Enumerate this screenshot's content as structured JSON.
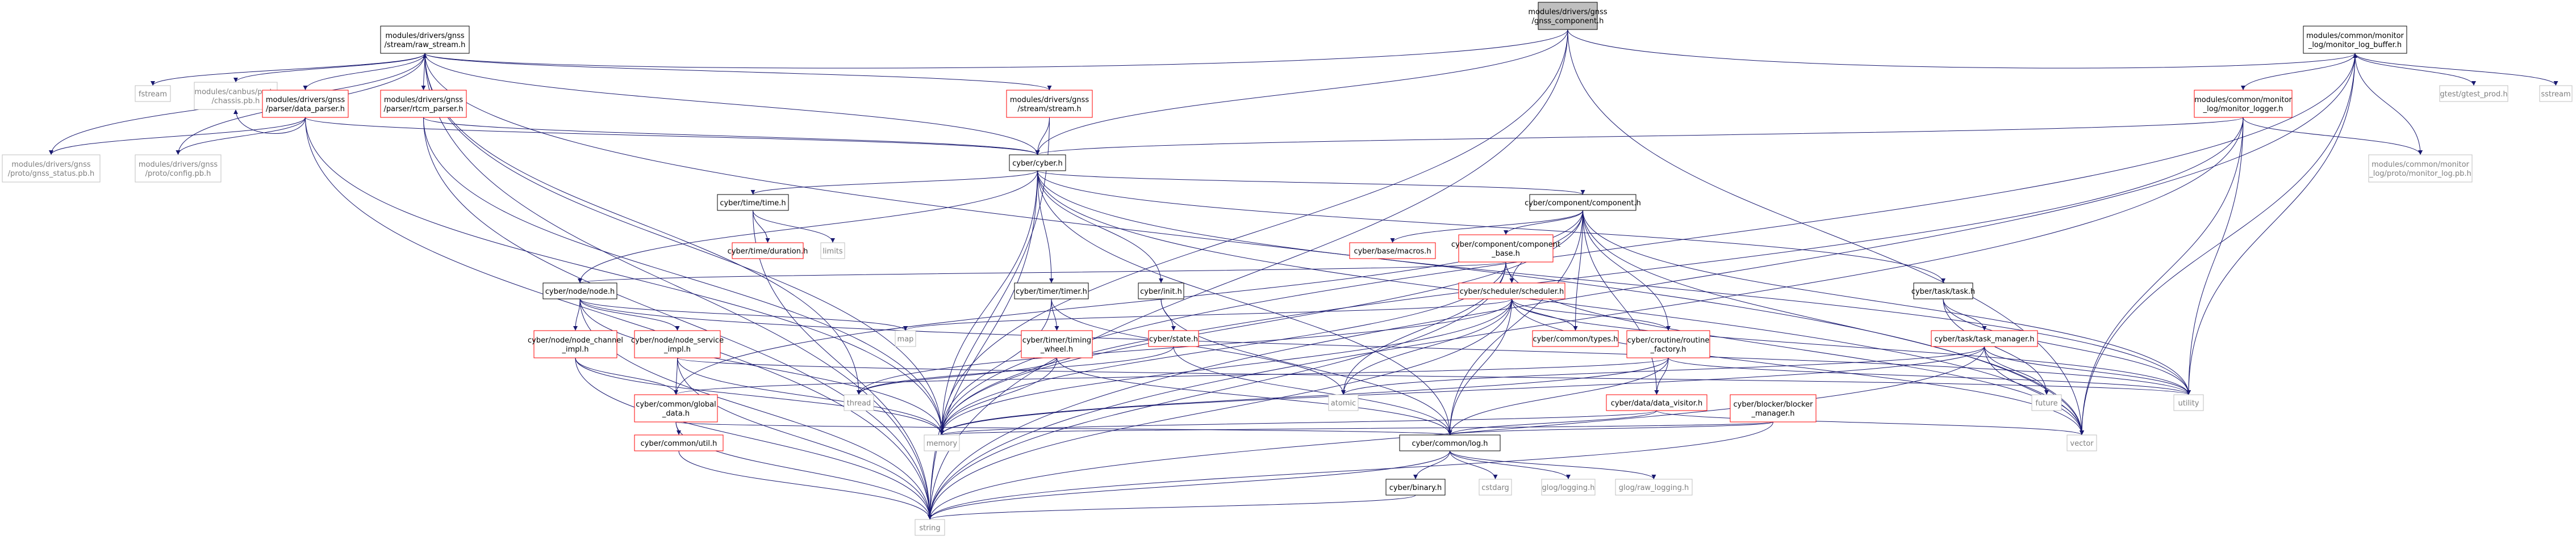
{
  "graph": {
    "title": "modules/drivers/gnss/gnss_component.h",
    "style": {
      "edge_color": "#191970",
      "root_fill": "#bfbfbf",
      "linked_border": "#000000",
      "incomplete_border": "#ff0000",
      "external_border": "#bfbfbf",
      "external_text": "#7f7f7f"
    },
    "nodes": [
      {
        "id": "root",
        "lines": [
          "modules/drivers/gnss",
          "/gnss_component.h"
        ],
        "kind": "root"
      },
      {
        "id": "raw_stream",
        "lines": [
          "modules/drivers/gnss",
          "/stream/raw_stream.h"
        ],
        "kind": "normal"
      },
      {
        "id": "log_buffer",
        "lines": [
          "modules/common/monitor",
          "_log/monitor_log_buffer.h"
        ],
        "kind": "normal"
      },
      {
        "id": "fstream",
        "lines": [
          "fstream"
        ],
        "kind": "external"
      },
      {
        "id": "chassis_pb",
        "lines": [
          "modules/canbus/proto",
          "/chassis.pb.h"
        ],
        "kind": "external"
      },
      {
        "id": "data_parser",
        "lines": [
          "modules/drivers/gnss",
          "/parser/data_parser.h"
        ],
        "kind": "red"
      },
      {
        "id": "rtcm_parser",
        "lines": [
          "modules/drivers/gnss",
          "/parser/rtcm_parser.h"
        ],
        "kind": "red"
      },
      {
        "id": "stream_h",
        "lines": [
          "modules/drivers/gnss",
          "/stream/stream.h"
        ],
        "kind": "red"
      },
      {
        "id": "monitor_logger",
        "lines": [
          "modules/common/monitor",
          "_log/monitor_logger.h"
        ],
        "kind": "red"
      },
      {
        "id": "gtest",
        "lines": [
          "gtest/gtest_prod.h"
        ],
        "kind": "external"
      },
      {
        "id": "sstream",
        "lines": [
          "sstream"
        ],
        "kind": "external"
      },
      {
        "id": "gnss_status_pb",
        "lines": [
          "modules/drivers/gnss",
          "/proto/gnss_status.pb.h"
        ],
        "kind": "external"
      },
      {
        "id": "config_pb",
        "lines": [
          "modules/drivers/gnss",
          "/proto/config.pb.h"
        ],
        "kind": "external"
      },
      {
        "id": "cyber_h",
        "lines": [
          "cyber/cyber.h"
        ],
        "kind": "normal"
      },
      {
        "id": "monitor_log_pb",
        "lines": [
          "modules/common/monitor",
          "_log/proto/monitor_log.pb.h"
        ],
        "kind": "external"
      },
      {
        "id": "time_h",
        "lines": [
          "cyber/time/time.h"
        ],
        "kind": "normal"
      },
      {
        "id": "component_h",
        "lines": [
          "cyber/component/component.h"
        ],
        "kind": "normal"
      },
      {
        "id": "duration_h",
        "lines": [
          "cyber/time/duration.h"
        ],
        "kind": "red"
      },
      {
        "id": "limits",
        "lines": [
          "limits"
        ],
        "kind": "external"
      },
      {
        "id": "macros_h",
        "lines": [
          "cyber/base/macros.h"
        ],
        "kind": "red"
      },
      {
        "id": "component_base",
        "lines": [
          "cyber/component/component",
          "_base.h"
        ],
        "kind": "red"
      },
      {
        "id": "node_h",
        "lines": [
          "cyber/node/node.h"
        ],
        "kind": "normal"
      },
      {
        "id": "timer_h",
        "lines": [
          "cyber/timer/timer.h"
        ],
        "kind": "normal"
      },
      {
        "id": "init_h",
        "lines": [
          "cyber/init.h"
        ],
        "kind": "normal"
      },
      {
        "id": "scheduler_h",
        "lines": [
          "cyber/scheduler/scheduler.h"
        ],
        "kind": "red"
      },
      {
        "id": "task_h",
        "lines": [
          "cyber/task/task.h"
        ],
        "kind": "normal"
      },
      {
        "id": "node_channel_impl",
        "lines": [
          "cyber/node/node_channel",
          "_impl.h"
        ],
        "kind": "red"
      },
      {
        "id": "node_service_impl",
        "lines": [
          "cyber/node/node_service",
          "_impl.h"
        ],
        "kind": "red"
      },
      {
        "id": "map",
        "lines": [
          "map"
        ],
        "kind": "external"
      },
      {
        "id": "timing_wheel",
        "lines": [
          "cyber/timer/timing",
          "_wheel.h"
        ],
        "kind": "red"
      },
      {
        "id": "state_h",
        "lines": [
          "cyber/state.h"
        ],
        "kind": "red"
      },
      {
        "id": "types_h",
        "lines": [
          "cyber/common/types.h"
        ],
        "kind": "red"
      },
      {
        "id": "routine_factory",
        "lines": [
          "cyber/croutine/routine",
          "_factory.h"
        ],
        "kind": "red"
      },
      {
        "id": "task_manager",
        "lines": [
          "cyber/task/task_manager.h"
        ],
        "kind": "red"
      },
      {
        "id": "global_data",
        "lines": [
          "cyber/common/global",
          "_data.h"
        ],
        "kind": "red"
      },
      {
        "id": "thread",
        "lines": [
          "thread"
        ],
        "kind": "external"
      },
      {
        "id": "atomic",
        "lines": [
          "atomic"
        ],
        "kind": "external"
      },
      {
        "id": "data_visitor",
        "lines": [
          "cyber/data/data_visitor.h"
        ],
        "kind": "red"
      },
      {
        "id": "blocker_manager",
        "lines": [
          "cyber/blocker/blocker",
          "_manager.h"
        ],
        "kind": "red"
      },
      {
        "id": "future",
        "lines": [
          "future"
        ],
        "kind": "external"
      },
      {
        "id": "utility",
        "lines": [
          "utility"
        ],
        "kind": "external"
      },
      {
        "id": "util_h",
        "lines": [
          "cyber/common/util.h"
        ],
        "kind": "red"
      },
      {
        "id": "memory",
        "lines": [
          "memory"
        ],
        "kind": "external"
      },
      {
        "id": "log_h",
        "lines": [
          "cyber/common/log.h"
        ],
        "kind": "normal"
      },
      {
        "id": "vector",
        "lines": [
          "vector"
        ],
        "kind": "external"
      },
      {
        "id": "binary_h",
        "lines": [
          "cyber/binary.h"
        ],
        "kind": "normal"
      },
      {
        "id": "cstdarg",
        "lines": [
          "cstdarg"
        ],
        "kind": "external"
      },
      {
        "id": "glog",
        "lines": [
          "glog/logging.h"
        ],
        "kind": "external"
      },
      {
        "id": "raw_logging",
        "lines": [
          "glog/raw_logging.h"
        ],
        "kind": "external"
      },
      {
        "id": "string",
        "lines": [
          "string"
        ],
        "kind": "external"
      }
    ],
    "edges": [
      [
        "root",
        "raw_stream"
      ],
      [
        "root",
        "log_buffer"
      ],
      [
        "root",
        "cyber_h"
      ],
      [
        "root",
        "memory"
      ],
      [
        "root",
        "vector"
      ],
      [
        "root",
        "string"
      ],
      [
        "raw_stream",
        "fstream"
      ],
      [
        "raw_stream",
        "chassis_pb"
      ],
      [
        "raw_stream",
        "data_parser"
      ],
      [
        "raw_stream",
        "rtcm_parser"
      ],
      [
        "raw_stream",
        "stream_h"
      ],
      [
        "raw_stream",
        "gnss_status_pb"
      ],
      [
        "raw_stream",
        "config_pb"
      ],
      [
        "raw_stream",
        "cyber_h"
      ],
      [
        "raw_stream",
        "memory"
      ],
      [
        "raw_stream",
        "thread"
      ],
      [
        "raw_stream",
        "vector"
      ],
      [
        "raw_stream",
        "string"
      ],
      [
        "log_buffer",
        "monitor_logger"
      ],
      [
        "log_buffer",
        "gtest"
      ],
      [
        "log_buffer",
        "sstream"
      ],
      [
        "log_buffer",
        "monitor_log_pb"
      ],
      [
        "log_buffer",
        "utility"
      ],
      [
        "log_buffer",
        "vector"
      ],
      [
        "log_buffer",
        "memory"
      ],
      [
        "log_buffer",
        "string"
      ],
      [
        "data_parser",
        "gnss_status_pb"
      ],
      [
        "data_parser",
        "config_pb"
      ],
      [
        "data_parser",
        "chassis_pb"
      ],
      [
        "data_parser",
        "cyber_h"
      ],
      [
        "data_parser",
        "memory"
      ],
      [
        "data_parser",
        "string"
      ],
      [
        "rtcm_parser",
        "cyber_h"
      ],
      [
        "rtcm_parser",
        "memory"
      ],
      [
        "rtcm_parser",
        "string"
      ],
      [
        "stream_h",
        "cyber_h"
      ],
      [
        "stream_h",
        "string"
      ],
      [
        "monitor_logger",
        "monitor_log_pb"
      ],
      [
        "monitor_logger",
        "cyber_h"
      ],
      [
        "monitor_logger",
        "memory"
      ],
      [
        "monitor_logger",
        "utility"
      ],
      [
        "monitor_logger",
        "vector"
      ],
      [
        "monitor_logger",
        "string"
      ],
      [
        "cyber_h",
        "time_h"
      ],
      [
        "cyber_h",
        "component_h"
      ],
      [
        "cyber_h",
        "node_h"
      ],
      [
        "cyber_h",
        "timer_h"
      ],
      [
        "cyber_h",
        "init_h"
      ],
      [
        "cyber_h",
        "task_h"
      ],
      [
        "cyber_h",
        "log_h"
      ],
      [
        "cyber_h",
        "memory"
      ],
      [
        "cyber_h",
        "utility"
      ],
      [
        "cyber_h",
        "vector"
      ],
      [
        "cyber_h",
        "string"
      ],
      [
        "time_h",
        "duration_h"
      ],
      [
        "time_h",
        "limits"
      ],
      [
        "time_h",
        "string"
      ],
      [
        "component_h",
        "macros_h"
      ],
      [
        "component_h",
        "component_base"
      ],
      [
        "component_h",
        "scheduler_h"
      ],
      [
        "component_h",
        "types_h"
      ],
      [
        "component_h",
        "routine_factory"
      ],
      [
        "component_h",
        "data_visitor"
      ],
      [
        "component_h",
        "global_data"
      ],
      [
        "component_h",
        "log_h"
      ],
      [
        "component_h",
        "memory"
      ],
      [
        "component_h",
        "utility"
      ],
      [
        "component_h",
        "vector"
      ],
      [
        "component_base",
        "node_h"
      ],
      [
        "component_base",
        "scheduler_h"
      ],
      [
        "component_base",
        "atomic"
      ],
      [
        "component_base",
        "memory"
      ],
      [
        "component_base",
        "string"
      ],
      [
        "component_base",
        "vector"
      ],
      [
        "node_h",
        "node_channel_impl"
      ],
      [
        "node_h",
        "node_service_impl"
      ],
      [
        "node_h",
        "map"
      ],
      [
        "node_h",
        "memory"
      ],
      [
        "node_h",
        "string"
      ],
      [
        "node_h",
        "utility"
      ],
      [
        "node_channel_impl",
        "global_data"
      ],
      [
        "node_channel_impl",
        "memory"
      ],
      [
        "node_channel_impl",
        "string"
      ],
      [
        "node_service_impl",
        "global_data"
      ],
      [
        "node_service_impl",
        "memory"
      ],
      [
        "node_service_impl",
        "string"
      ],
      [
        "node_service_impl",
        "utility"
      ],
      [
        "timer_h",
        "timing_wheel"
      ],
      [
        "timer_h",
        "atomic"
      ],
      [
        "timer_h",
        "memory"
      ],
      [
        "timing_wheel",
        "thread"
      ],
      [
        "timing_wheel",
        "memory"
      ],
      [
        "timing_wheel",
        "log_h"
      ],
      [
        "init_h",
        "state_h"
      ],
      [
        "init_h",
        "log_h"
      ],
      [
        "state_h",
        "thread"
      ],
      [
        "state_h",
        "log_h"
      ],
      [
        "scheduler_h",
        "types_h"
      ],
      [
        "scheduler_h",
        "routine_factory"
      ],
      [
        "scheduler_h",
        "map"
      ],
      [
        "scheduler_h",
        "atomic"
      ],
      [
        "scheduler_h",
        "thread"
      ],
      [
        "scheduler_h",
        "memory"
      ],
      [
        "scheduler_h",
        "string"
      ],
      [
        "scheduler_h",
        "utility"
      ],
      [
        "scheduler_h",
        "vector"
      ],
      [
        "scheduler_h",
        "log_h"
      ],
      [
        "routine_factory",
        "data_visitor"
      ],
      [
        "routine_factory",
        "global_data"
      ],
      [
        "routine_factory",
        "log_h"
      ],
      [
        "routine_factory",
        "memory"
      ],
      [
        "routine_factory",
        "utility"
      ],
      [
        "task_h",
        "task_manager"
      ],
      [
        "task_h",
        "future"
      ],
      [
        "task_h",
        "utility"
      ],
      [
        "task_manager",
        "future"
      ],
      [
        "task_manager",
        "atomic"
      ],
      [
        "task_manager",
        "memory"
      ],
      [
        "task_manager",
        "string"
      ],
      [
        "task_manager",
        "utility"
      ],
      [
        "task_manager",
        "vector"
      ],
      [
        "global_data",
        "util_h"
      ],
      [
        "global_data",
        "log_h"
      ],
      [
        "global_data",
        "string"
      ],
      [
        "data_visitor",
        "log_h"
      ],
      [
        "data_visitor",
        "memory"
      ],
      [
        "data_visitor",
        "vector"
      ],
      [
        "blocker_manager",
        "log_h"
      ],
      [
        "blocker_manager",
        "memory"
      ],
      [
        "blocker_manager",
        "string"
      ],
      [
        "util_h",
        "string"
      ],
      [
        "log_h",
        "binary_h"
      ],
      [
        "log_h",
        "cstdarg"
      ],
      [
        "log_h",
        "glog"
      ],
      [
        "log_h",
        "raw_logging"
      ],
      [
        "log_h",
        "string"
      ],
      [
        "binary_h",
        "string"
      ]
    ]
  }
}
